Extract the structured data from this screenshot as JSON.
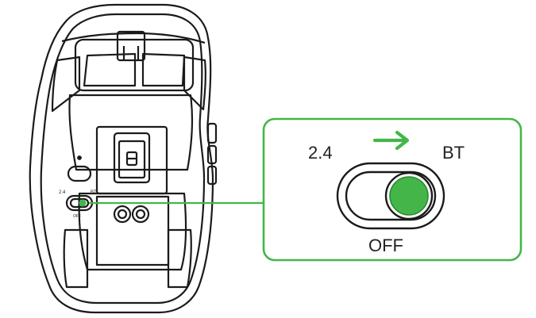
{
  "callout": {
    "label_left": "2.4",
    "label_right": "BT",
    "label_bottom": "OFF",
    "arrow_icon": "arrow-right-icon",
    "switch_position": "BT"
  },
  "mouse": {
    "small_label_left": "2.4",
    "small_label_right": "BT",
    "small_label_bottom": "OFF"
  },
  "colors": {
    "accent": "#44b649",
    "accent_dark": "#2a8a33",
    "line": "#1b1b1b"
  }
}
